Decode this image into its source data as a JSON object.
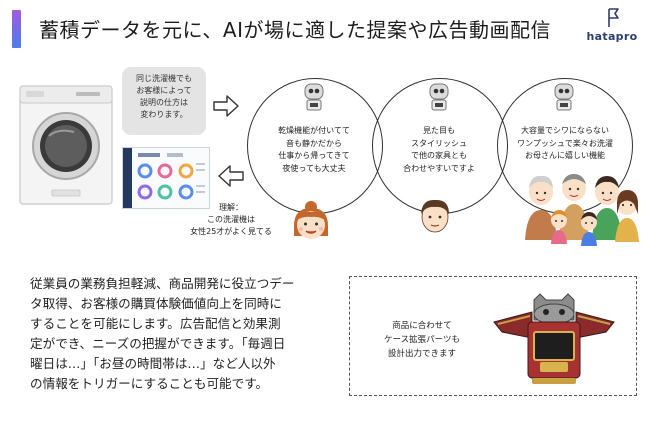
{
  "header": {
    "title": "蓄積データを元に、AIが場に適した提案や広告動画配信",
    "logo_text": "hatapro",
    "accent_color": "#7a6be4"
  },
  "note": {
    "lines": [
      "同じ洗濯機でも",
      "お客様によって",
      "説明の仕方は",
      "変わります。"
    ]
  },
  "bubbles": [
    {
      "lines": [
        "乾燥機能が付いてて",
        "音も静かだから",
        "仕事から帰ってきて",
        "夜使っても大丈夫"
      ]
    },
    {
      "lines": [
        "見た目も",
        "スタイリッシュ",
        "で他の家具とも",
        "合わせやすいですよ"
      ]
    },
    {
      "lines": [
        "大容量でシワにならない",
        "ワンプッシュで楽々お洗濯",
        "お母さんに嬉しい機能"
      ]
    }
  ],
  "understanding": {
    "lines": [
      "理解：",
      "この洗濯機は",
      "女性25才がよく見てる"
    ]
  },
  "body": {
    "lines": [
      "従業員の業務負担軽減、商品開発に役立つデー",
      "タ取得、お客様の購買体験価値向上を同時に",
      "することを可能にします。広告配信と効果測",
      "定ができ、ニーズの把握ができます。「毎週日",
      "曜日は…」「お昼の時間帯は…」など人以外",
      "の情報をトリガーにすることも可能です。"
    ]
  },
  "case": {
    "lines": [
      "商品に合わせて",
      "ケース拡張パーツも",
      "設計出力できます"
    ]
  }
}
